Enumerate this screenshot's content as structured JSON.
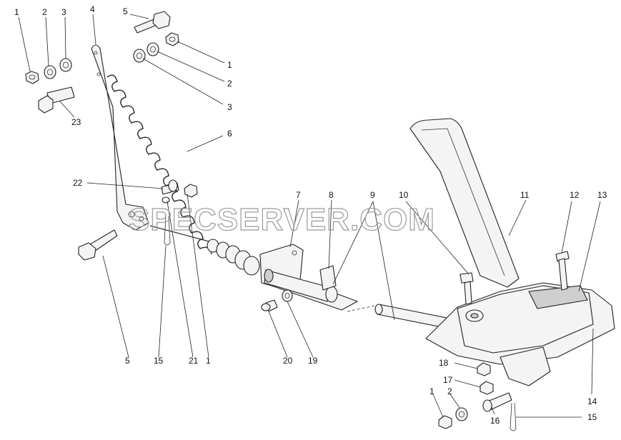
{
  "watermark": "SPECSERVER.COM",
  "callouts": [
    {
      "id": "c1",
      "text": "1"
    },
    {
      "id": "c2",
      "text": "2"
    },
    {
      "id": "c3",
      "text": "3"
    },
    {
      "id": "c4",
      "text": "4"
    },
    {
      "id": "c5",
      "text": "5"
    },
    {
      "id": "c6",
      "text": "1"
    },
    {
      "id": "c7",
      "text": "2"
    },
    {
      "id": "c8",
      "text": "3"
    },
    {
      "id": "c9",
      "text": "6"
    },
    {
      "id": "c10",
      "text": "23"
    },
    {
      "id": "c11",
      "text": "22"
    },
    {
      "id": "c12",
      "text": "7"
    },
    {
      "id": "c13",
      "text": "8"
    },
    {
      "id": "c14",
      "text": "9"
    },
    {
      "id": "c15",
      "text": "10"
    },
    {
      "id": "c16",
      "text": "11"
    },
    {
      "id": "c17",
      "text": "12"
    },
    {
      "id": "c18",
      "text": "13"
    },
    {
      "id": "c19",
      "text": "5"
    },
    {
      "id": "c20",
      "text": "15"
    },
    {
      "id": "c21",
      "text": "21"
    },
    {
      "id": "c22",
      "text": "1"
    },
    {
      "id": "c23",
      "text": "20"
    },
    {
      "id": "c24",
      "text": "19"
    },
    {
      "id": "c25",
      "text": "14"
    },
    {
      "id": "c26",
      "text": "18"
    },
    {
      "id": "c27",
      "text": "17"
    },
    {
      "id": "c28",
      "text": "1"
    },
    {
      "id": "c29",
      "text": "2"
    },
    {
      "id": "c30",
      "text": "16"
    },
    {
      "id": "c31",
      "text": "15"
    }
  ]
}
